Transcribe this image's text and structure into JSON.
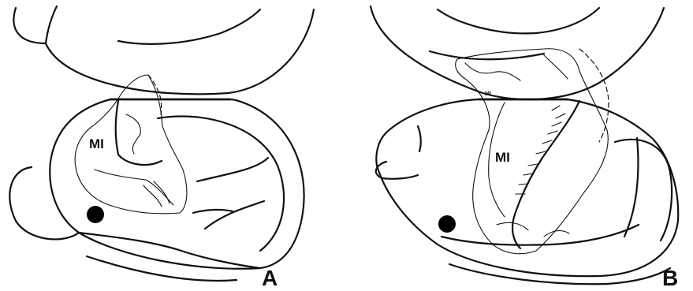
{
  "panels": [
    {
      "panel_label": "A",
      "region_label": "MI",
      "marker_color": "#000000"
    },
    {
      "panel_label": "B",
      "region_label": "MI",
      "small_label": "MI",
      "marker_color": "#000000"
    }
  ],
  "colors": {
    "ink": "#111111",
    "background": "#ffffff"
  }
}
